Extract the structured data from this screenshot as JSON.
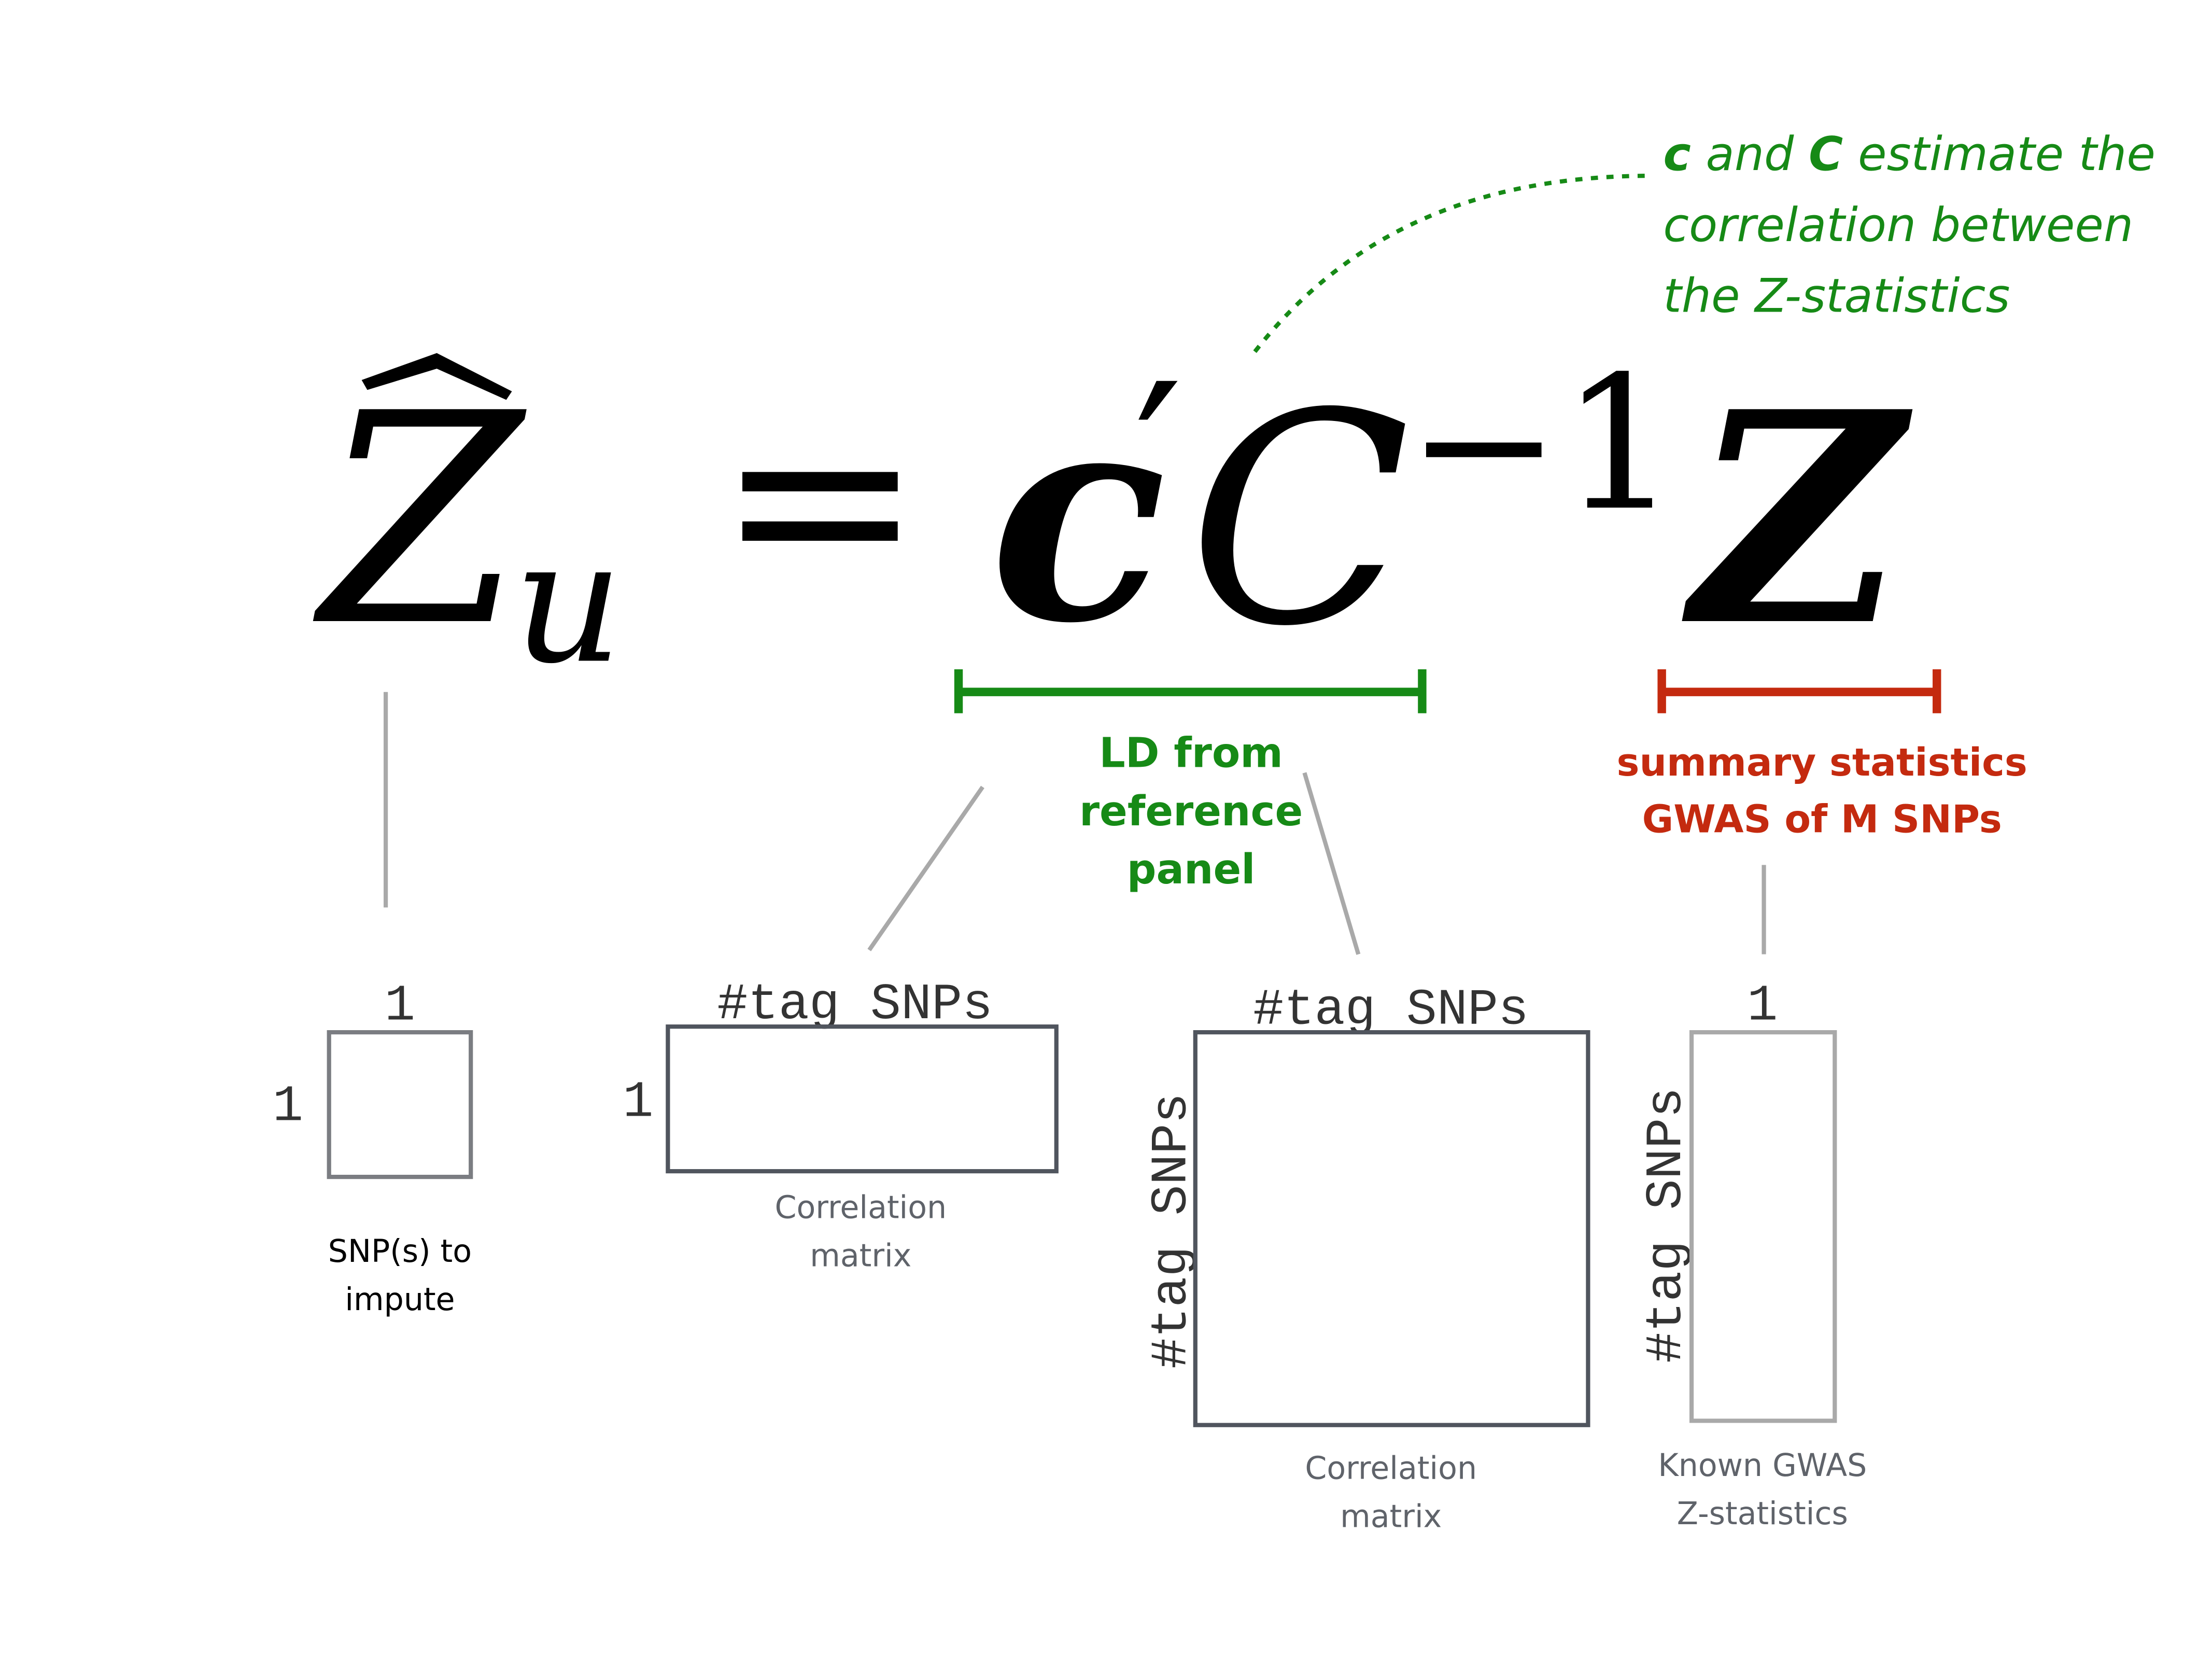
{
  "colors": {
    "green": "#168a16",
    "red": "#c42a0f",
    "box_dark": "#50555e",
    "box_mid": "#7b7d82",
    "box_light": "#a9a9a9",
    "leader": "#a9a9a9",
    "text_black": "#000000",
    "text_gray": "#5f636a"
  },
  "equation": {
    "lhs_symbol": "Z",
    "lhs_subscript": "u",
    "equals": "=",
    "c_symbol": "c",
    "prime": "′",
    "C_symbol": "C",
    "exponent": "−1",
    "z_symbol": "Z"
  },
  "annotation": {
    "line1_c": "c",
    "line1_and": " and ",
    "line1_C": "C",
    "line1_rest": " estimate the",
    "line2": "correlation between",
    "line3": "the Z-statistics"
  },
  "ld_label": {
    "line1": "LD from",
    "line2": "reference",
    "line3": "panel"
  },
  "summary_label": {
    "line1": "summary statistics",
    "line2": "GWAS of M SNPs"
  },
  "box1": {
    "top_label": "1",
    "left_label": "1",
    "caption_line1": "SNP(s) to",
    "caption_line2": "impute"
  },
  "box2": {
    "top_label": "#tag SNPs",
    "left_label": "1",
    "caption_line1": "Correlation",
    "caption_line2": "matrix"
  },
  "box3": {
    "top_label": "#tag SNPs",
    "left_label": "#tag SNPs",
    "caption_line1": "Correlation",
    "caption_line2": "matrix"
  },
  "box4": {
    "top_label": "1",
    "left_label": "#tag SNPs",
    "caption_line1": "Known GWAS",
    "caption_line2": "Z-statistics"
  }
}
